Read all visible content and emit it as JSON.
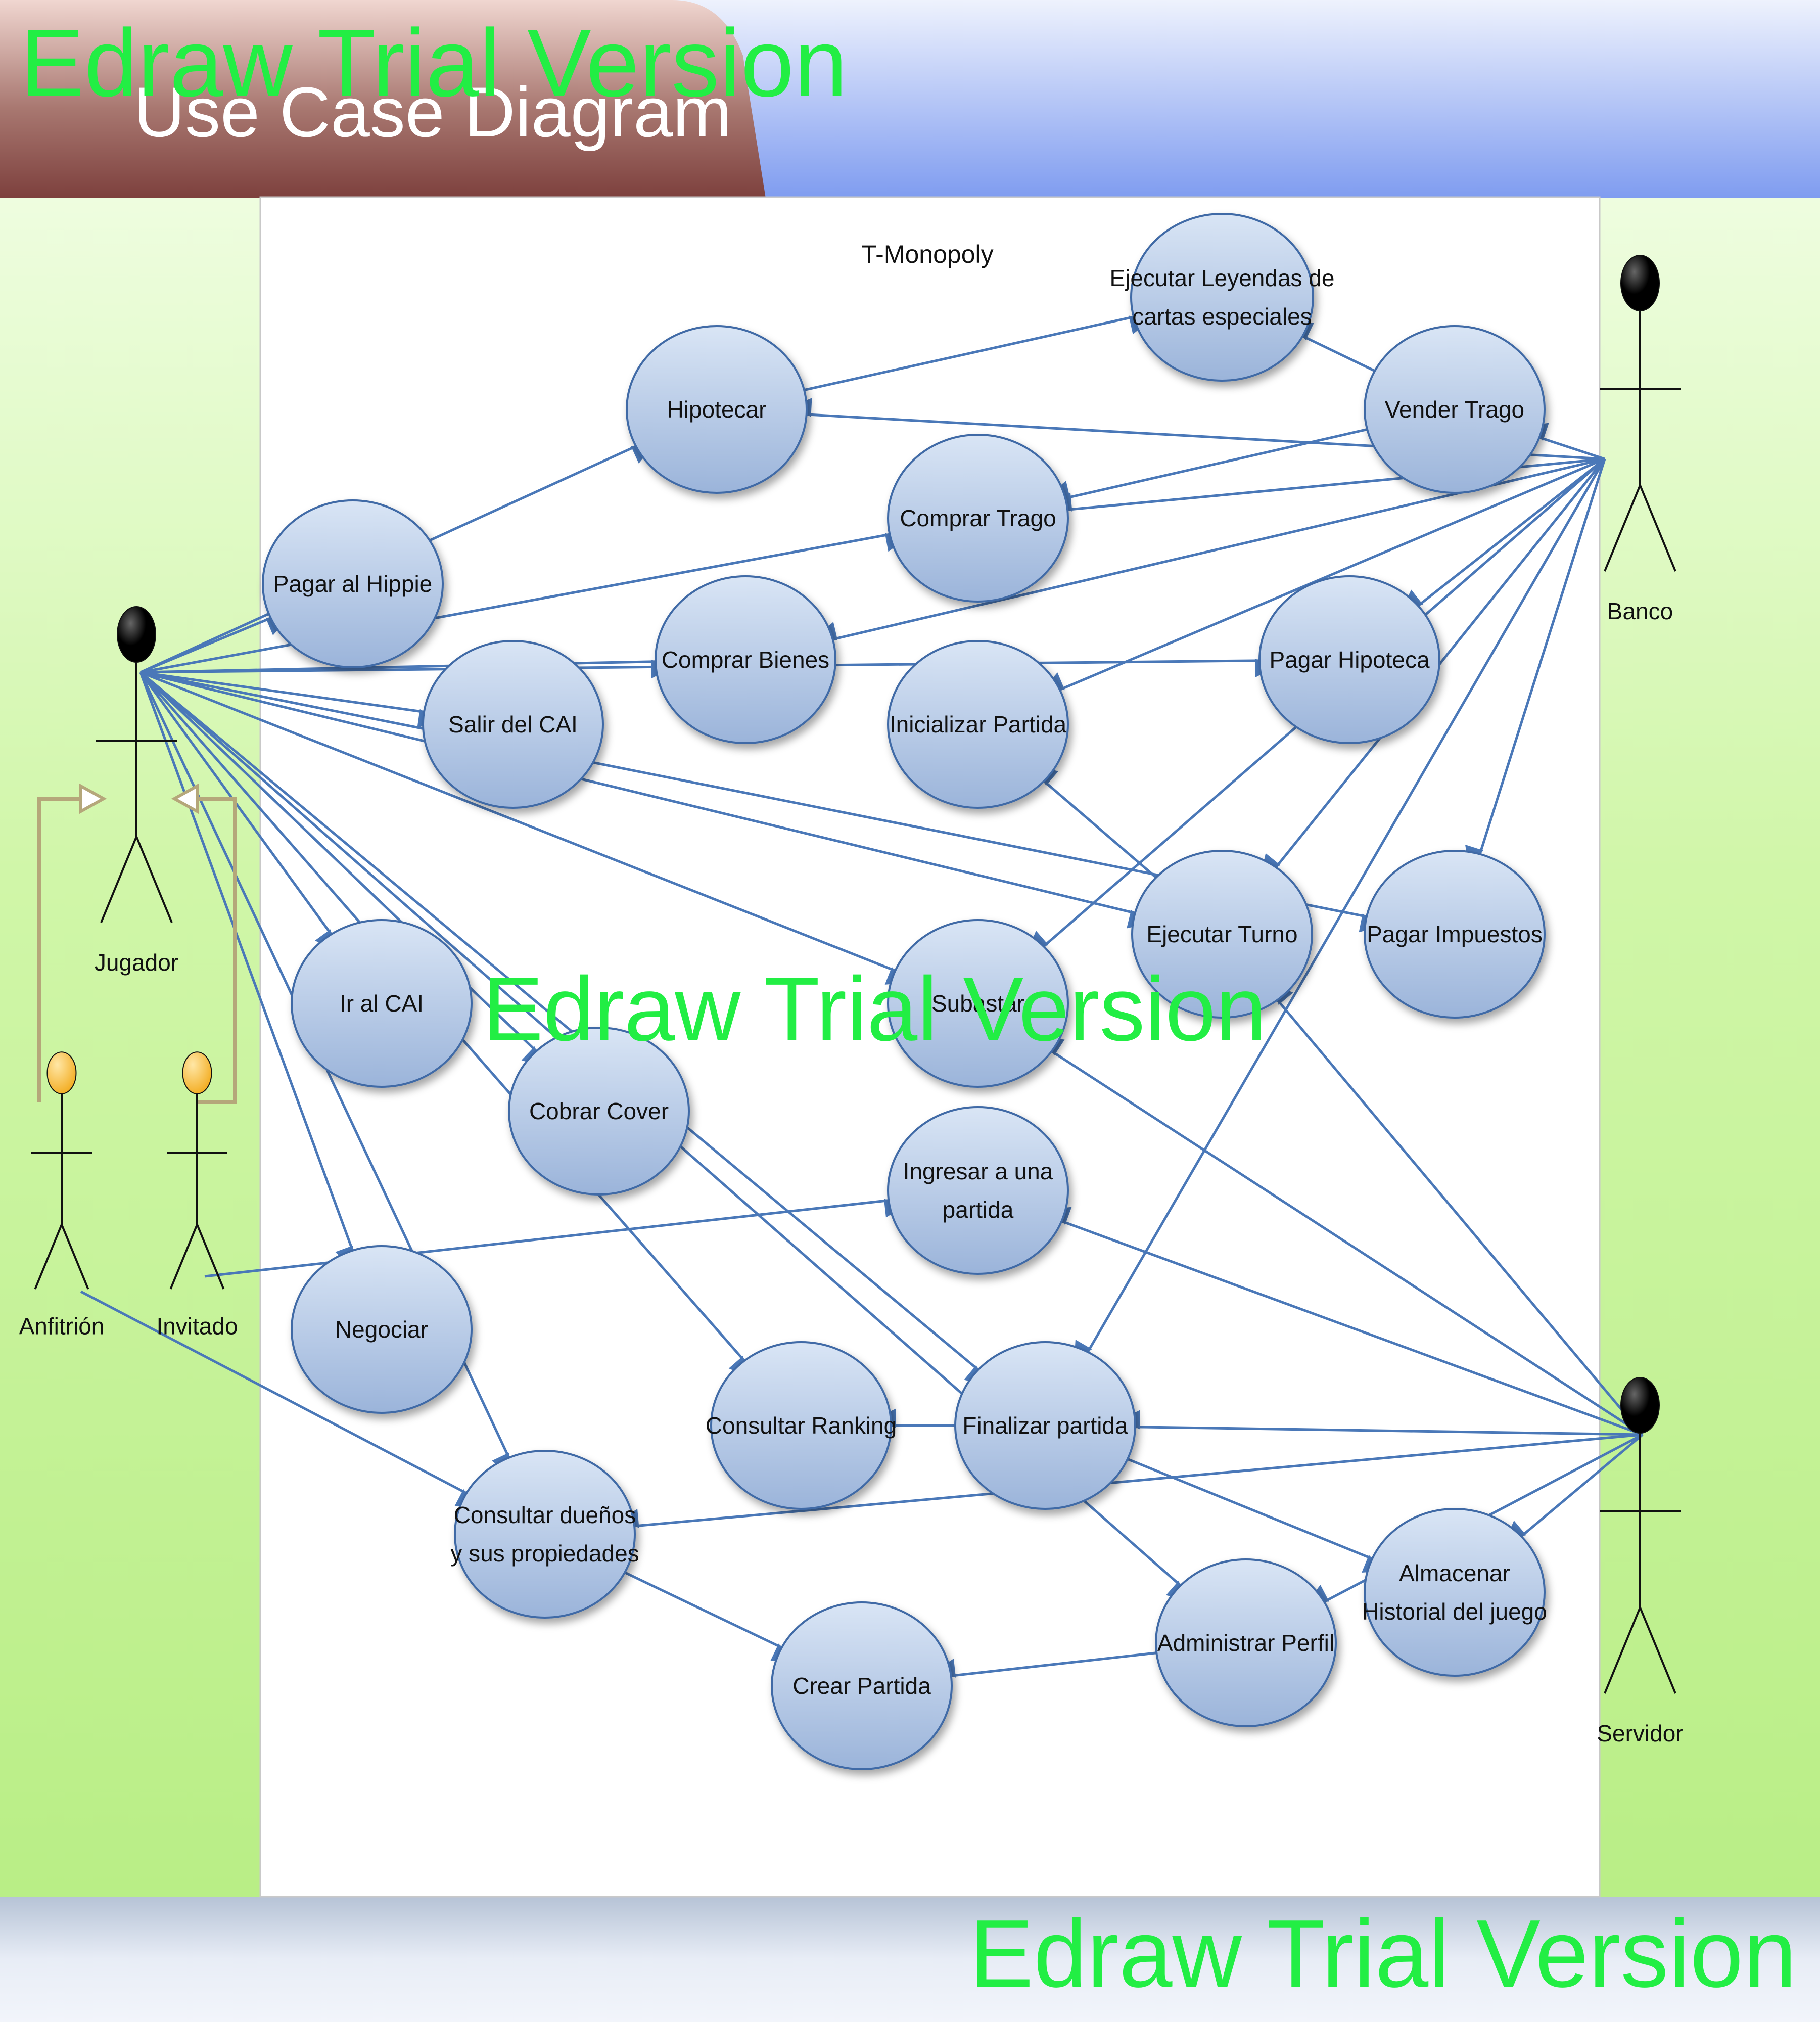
{
  "header": {
    "title": "Use Case Diagram"
  },
  "system": {
    "name": "T-Monopoly"
  },
  "watermark": {
    "text": "Edraw Trial Version"
  },
  "colors": {
    "line": "#4a78b8",
    "usecase_fill_top": "#d8e4f4",
    "usecase_fill_bottom": "#9db6dc",
    "usecase_stroke": "#3f6aa6",
    "actor_head": "#000000",
    "actor_head_alt": "#f5b32a",
    "generalization": "#b5a77a",
    "watermark": "#22ee44",
    "header_brown": "#8c4b48",
    "header_blue": "#8aa4f5",
    "side_green": "#c8f596"
  },
  "actors": [
    {
      "id": "jugador",
      "name": "Jugador",
      "head": "black"
    },
    {
      "id": "banco",
      "name": "Banco",
      "head": "black"
    },
    {
      "id": "servidor",
      "name": "Servidor",
      "head": "black"
    },
    {
      "id": "anfitrion",
      "name": "Anfitrión",
      "head": "orange"
    },
    {
      "id": "invitado",
      "name": "Invitado",
      "head": "orange"
    }
  ],
  "use_cases": [
    {
      "id": "ejecutar_leyendas",
      "lines": [
        "Ejecutar Leyendas de",
        "cartas especiales"
      ]
    },
    {
      "id": "hipotecar",
      "lines": [
        "Hipotecar"
      ]
    },
    {
      "id": "vender_trago",
      "lines": [
        "Vender Trago"
      ]
    },
    {
      "id": "comprar_trago",
      "lines": [
        "Comprar Trago"
      ]
    },
    {
      "id": "pagar_hippie",
      "lines": [
        "Pagar al Hippie"
      ]
    },
    {
      "id": "comprar_bienes",
      "lines": [
        "Comprar Bienes"
      ]
    },
    {
      "id": "pagar_hipoteca",
      "lines": [
        "Pagar Hipoteca"
      ]
    },
    {
      "id": "salir_cai",
      "lines": [
        "Salir del CAI"
      ]
    },
    {
      "id": "inicializar_partida",
      "lines": [
        "Inicializar Partida"
      ]
    },
    {
      "id": "ejecutar_turno",
      "lines": [
        "Ejecutar Turno"
      ]
    },
    {
      "id": "pagar_impuestos",
      "lines": [
        "Pagar Impuestos"
      ]
    },
    {
      "id": "subastar",
      "lines": [
        "Subastar"
      ]
    },
    {
      "id": "ir_cai",
      "lines": [
        "Ir al CAI"
      ]
    },
    {
      "id": "cobrar_cover",
      "lines": [
        "Cobrar Cover"
      ]
    },
    {
      "id": "ingresar_partida",
      "lines": [
        "Ingresar a una",
        "partida"
      ]
    },
    {
      "id": "negociar",
      "lines": [
        "Negociar"
      ]
    },
    {
      "id": "consultar_ranking",
      "lines": [
        "Consultar Ranking"
      ]
    },
    {
      "id": "finalizar_partida",
      "lines": [
        "Finalizar partida"
      ]
    },
    {
      "id": "almacenar_historial",
      "lines": [
        "Almacenar",
        "Historial del juego"
      ]
    },
    {
      "id": "consultar_duenos",
      "lines": [
        "Consultar dueños",
        "y sus propiedades"
      ]
    },
    {
      "id": "administrar_perfil",
      "lines": [
        "Administrar Perfil"
      ]
    },
    {
      "id": "crear_partida",
      "lines": [
        "Crear Partida"
      ]
    }
  ],
  "associations": [
    [
      "jugador",
      "pagar_hippie"
    ],
    [
      "jugador",
      "hipotecar"
    ],
    [
      "jugador",
      "comprar_trago"
    ],
    [
      "jugador",
      "comprar_bienes"
    ],
    [
      "jugador",
      "pagar_hipoteca"
    ],
    [
      "jugador",
      "salir_cai"
    ],
    [
      "jugador",
      "ejecutar_turno"
    ],
    [
      "jugador",
      "pagar_impuestos"
    ],
    [
      "jugador",
      "ir_cai"
    ],
    [
      "jugador",
      "cobrar_cover"
    ],
    [
      "jugador",
      "negociar"
    ],
    [
      "jugador",
      "consultar_ranking"
    ],
    [
      "jugador",
      "finalizar_partida"
    ],
    [
      "jugador",
      "administrar_perfil"
    ],
    [
      "jugador",
      "consultar_duenos"
    ],
    [
      "jugador",
      "subastar"
    ],
    [
      "banco",
      "hipotecar"
    ],
    [
      "banco",
      "vender_trago"
    ],
    [
      "banco",
      "comprar_trago"
    ],
    [
      "banco",
      "comprar_bienes"
    ],
    [
      "banco",
      "pagar_hipoteca"
    ],
    [
      "banco",
      "inicializar_partida"
    ],
    [
      "banco",
      "pagar_impuestos"
    ],
    [
      "banco",
      "ejecutar_turno"
    ],
    [
      "banco",
      "subastar"
    ],
    [
      "banco",
      "finalizar_partida"
    ],
    [
      "hipotecar",
      "ejecutar_leyendas"
    ],
    [
      "vender_trago",
      "ejecutar_leyendas"
    ],
    [
      "vender_trago",
      "comprar_trago"
    ],
    [
      "ejecutar_turno",
      "inicializar_partida"
    ],
    [
      "servidor",
      "finalizar_partida"
    ],
    [
      "servidor",
      "consultar_duenos"
    ],
    [
      "servidor",
      "ingresar_partida"
    ],
    [
      "servidor",
      "almacenar_historial"
    ],
    [
      "servidor",
      "administrar_perfil"
    ],
    [
      "servidor",
      "ejecutar_turno"
    ],
    [
      "servidor",
      "subastar"
    ],
    [
      "finalizar_partida",
      "consultar_ranking"
    ],
    [
      "finalizar_partida",
      "almacenar_historial"
    ],
    [
      "administrar_perfil",
      "crear_partida"
    ],
    [
      "consultar_duenos",
      "crear_partida"
    ],
    [
      "invitado",
      "ingresar_partida"
    ],
    [
      "anfitrion",
      "consultar_duenos"
    ]
  ]
}
